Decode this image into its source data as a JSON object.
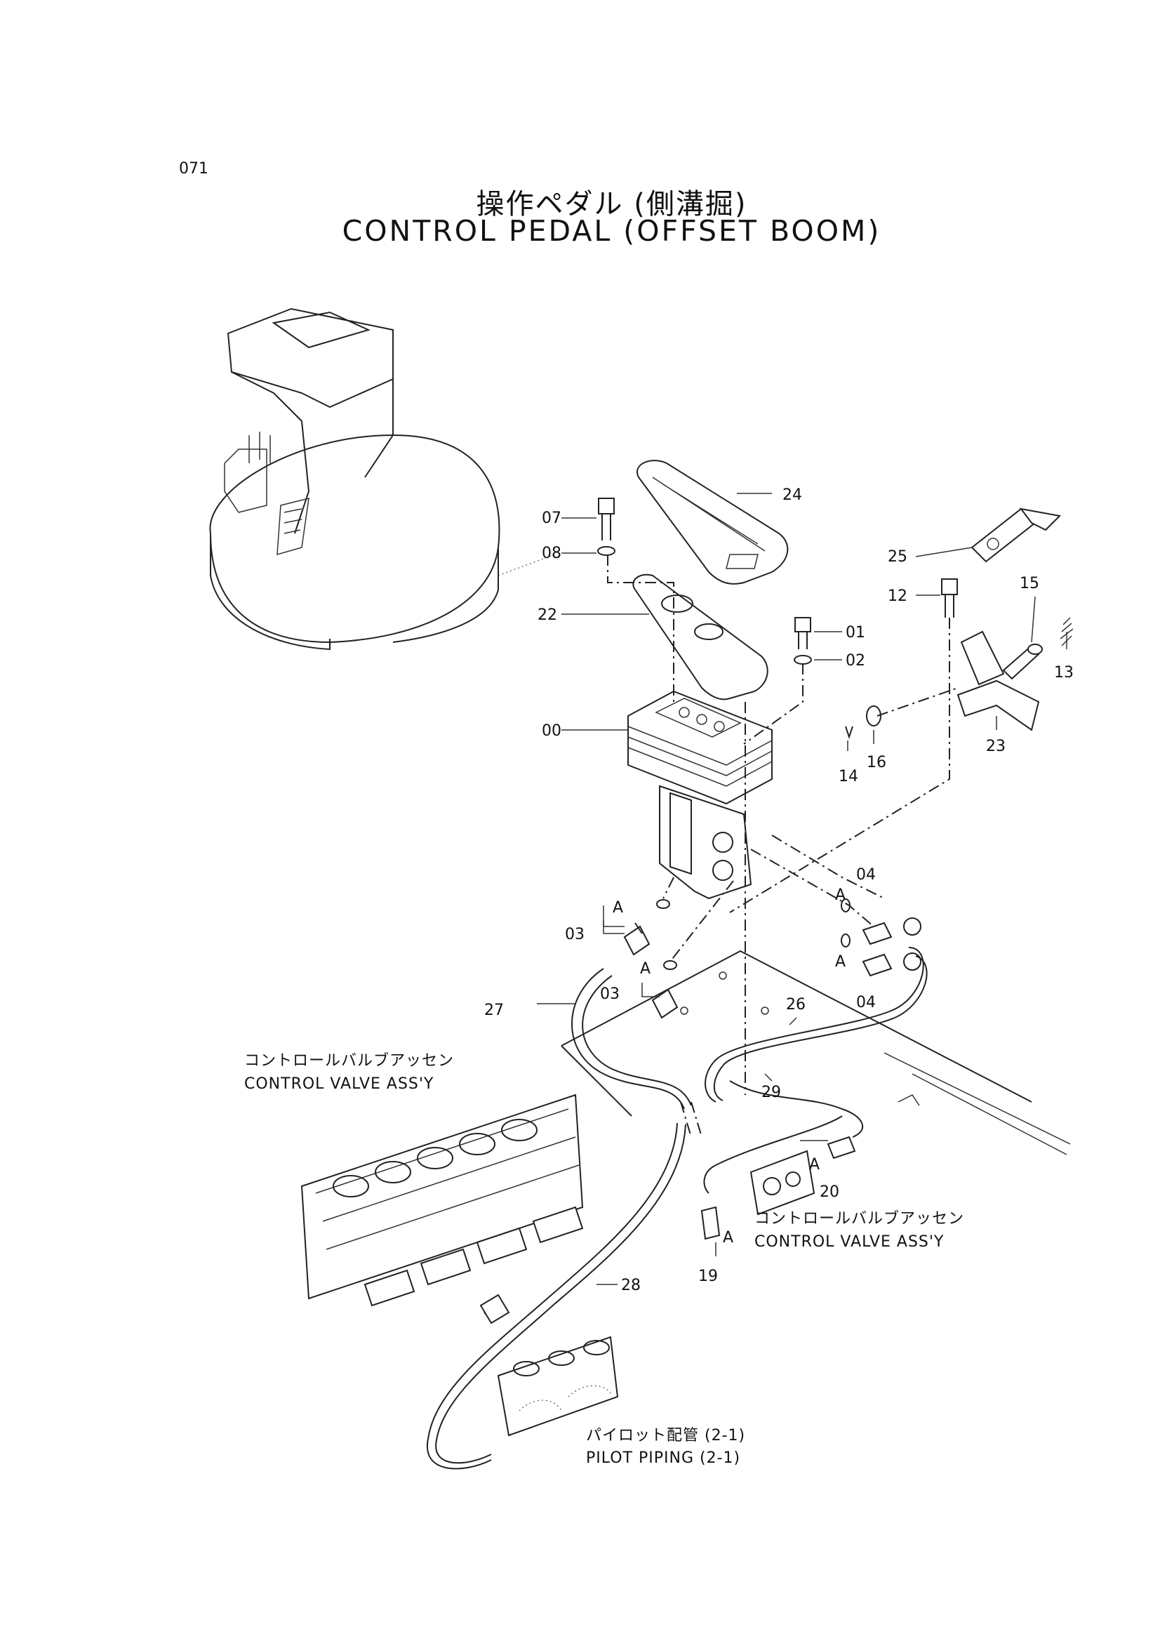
{
  "page_number": "071",
  "title_jp": "操作ペダル (側溝掘)",
  "title_en": "CONTROL PEDAL (OFFSET BOOM)",
  "part_labels": {
    "p00": "00",
    "p01": "01",
    "p02": "02",
    "p03a": "03",
    "p03b": "03",
    "p04a": "04",
    "p04b": "04",
    "p07": "07",
    "p08": "08",
    "p12": "12",
    "p13": "13",
    "p14": "14",
    "p15": "15",
    "p16": "16",
    "p19": "19",
    "p20": "20",
    "p22": "22",
    "p23": "23",
    "p24": "24",
    "p25": "25",
    "p26": "26",
    "p27": "27",
    "p28": "28",
    "p29": "29"
  },
  "ref_marks": {
    "a1": "A",
    "a2": "A",
    "a3": "A",
    "a4": "A",
    "a5": "A",
    "a6": "A"
  },
  "notes": {
    "cv_left_jp": "コントロールバルブアッセン",
    "cv_left_en": "CONTROL VALVE ASS'Y",
    "cv_right_jp": "コントロールバルブアッセン",
    "cv_right_en": "CONTROL VALVE ASS'Y",
    "pilot_jp": "パイロット配管 (2-1)",
    "pilot_en": "PILOT PIPING (2-1)"
  }
}
